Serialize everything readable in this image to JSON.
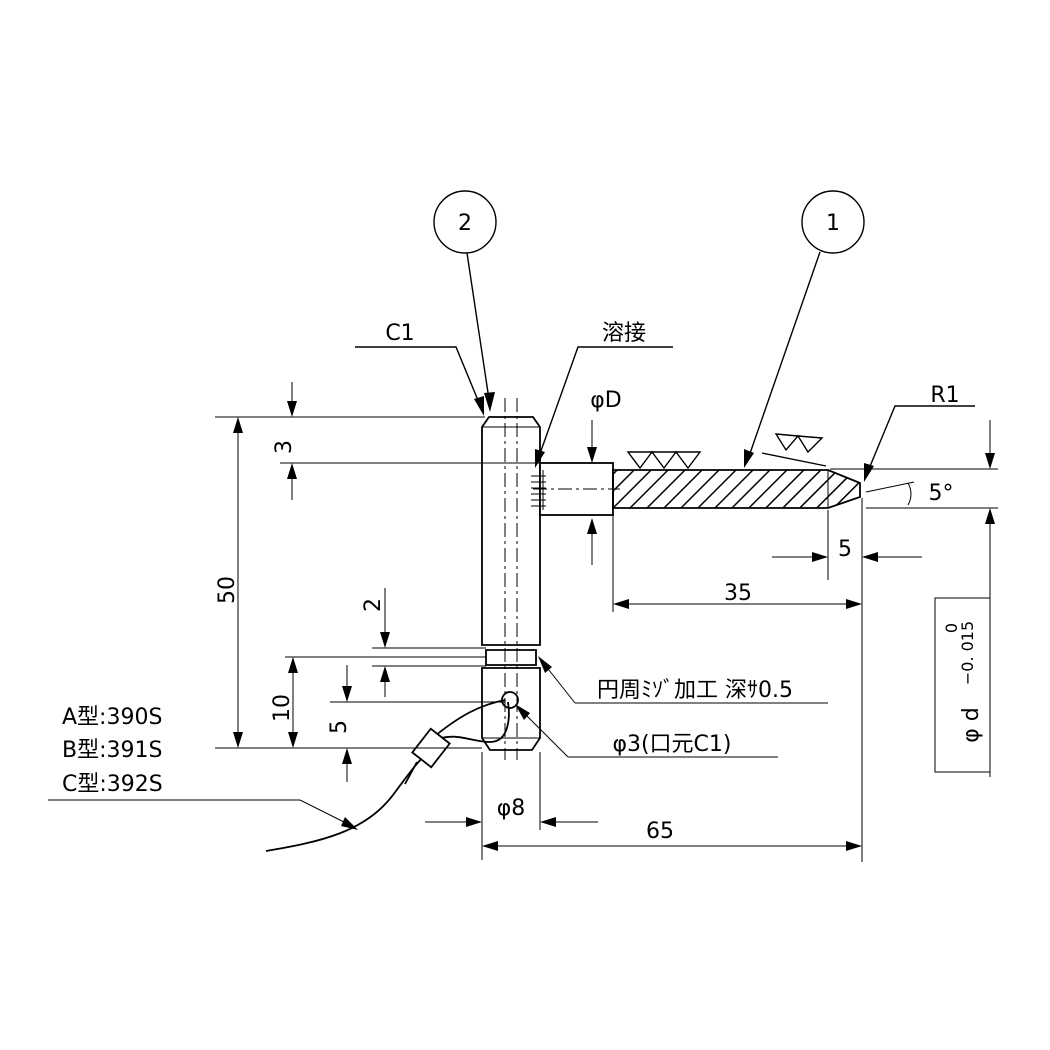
{
  "balloons": [
    {
      "id": "2",
      "label": "2"
    },
    {
      "id": "1",
      "label": "1"
    }
  ],
  "notes": {
    "chamfer": "C1",
    "weld": "溶接",
    "phi_D": "φD",
    "radius": "R1",
    "angle": "5°",
    "groove": "円周ﾐｿﾞ加工 深ｻ0.5",
    "hole": "φ3(口元C1)",
    "tolerance_upper": "0",
    "tolerance_lower": "−0. 015",
    "tolerance_base": "φ d"
  },
  "dimensions": {
    "d3": "3",
    "d50": "50",
    "d2": "2",
    "d10": "10",
    "d5_left": "5",
    "d5_right": "5",
    "d35": "35",
    "d65": "65",
    "phi8": "φ8"
  },
  "models": [
    {
      "label": "A型:390S"
    },
    {
      "label": "B型:391S"
    },
    {
      "label": "C型:392S"
    }
  ]
}
